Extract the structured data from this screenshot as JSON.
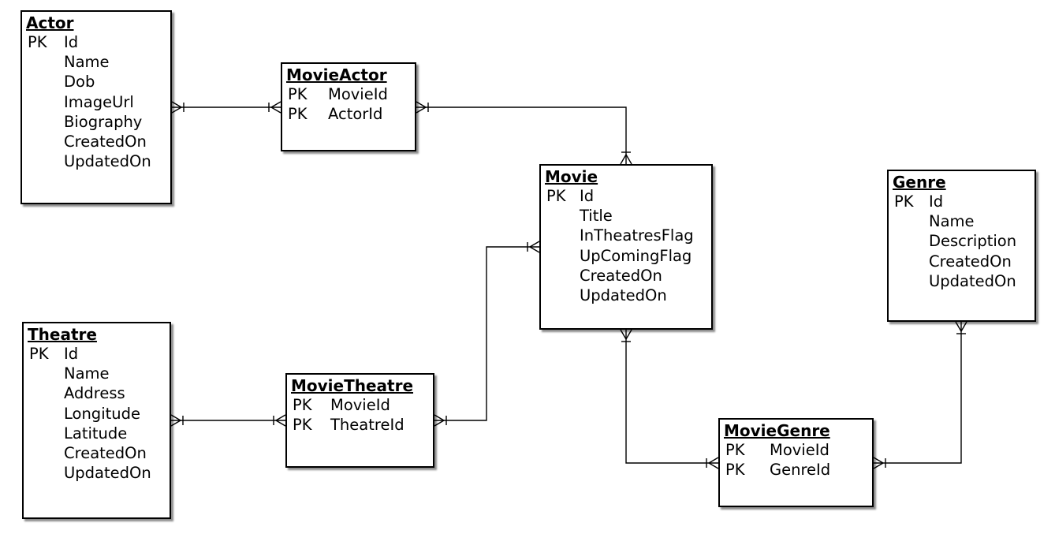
{
  "entities": {
    "actor": {
      "title": "Actor",
      "attributes": [
        {
          "key": "PK",
          "name": "Id"
        },
        {
          "key": "",
          "name": "Name"
        },
        {
          "key": "",
          "name": "Dob"
        },
        {
          "key": "",
          "name": "ImageUrl"
        },
        {
          "key": "",
          "name": "Biography"
        },
        {
          "key": "",
          "name": "CreatedOn"
        },
        {
          "key": "",
          "name": "UpdatedOn"
        }
      ]
    },
    "movie_actor": {
      "title": "MovieActor",
      "attributes": [
        {
          "key": "PK",
          "name": "MovieId"
        },
        {
          "key": "PK",
          "name": "ActorId"
        }
      ]
    },
    "movie": {
      "title": "Movie",
      "attributes": [
        {
          "key": "PK",
          "name": "Id"
        },
        {
          "key": "",
          "name": "Title"
        },
        {
          "key": "",
          "name": "InTheatresFlag"
        },
        {
          "key": "",
          "name": "UpComingFlag"
        },
        {
          "key": "",
          "name": "CreatedOn"
        },
        {
          "key": "",
          "name": "UpdatedOn"
        }
      ]
    },
    "genre": {
      "title": "Genre",
      "attributes": [
        {
          "key": "PK",
          "name": "Id"
        },
        {
          "key": "",
          "name": "Name"
        },
        {
          "key": "",
          "name": "Description"
        },
        {
          "key": "",
          "name": "CreatedOn"
        },
        {
          "key": "",
          "name": "UpdatedOn"
        }
      ]
    },
    "theatre": {
      "title": "Theatre",
      "attributes": [
        {
          "key": "PK",
          "name": "Id"
        },
        {
          "key": "",
          "name": "Name"
        },
        {
          "key": "",
          "name": "Address"
        },
        {
          "key": "",
          "name": "Longitude"
        },
        {
          "key": "",
          "name": "Latitude"
        },
        {
          "key": "",
          "name": "CreatedOn"
        },
        {
          "key": "",
          "name": "UpdatedOn"
        }
      ]
    },
    "movie_theatre": {
      "title": "MovieTheatre",
      "attributes": [
        {
          "key": "PK",
          "name": "MovieId"
        },
        {
          "key": "PK",
          "name": "TheatreId"
        }
      ]
    },
    "movie_genre": {
      "title": "MovieGenre",
      "attributes": [
        {
          "key": "PK",
          "name": "MovieId"
        },
        {
          "key": "PK",
          "name": "GenreId"
        }
      ]
    }
  },
  "relationships": [
    {
      "from": "actor",
      "to": "movie_actor",
      "from_cardinality": "one-or-many",
      "to_cardinality": "one-or-many"
    },
    {
      "from": "movie_actor",
      "to": "movie",
      "from_cardinality": "one-or-many",
      "to_cardinality": "one-or-many"
    },
    {
      "from": "theatre",
      "to": "movie_theatre",
      "from_cardinality": "one-or-many",
      "to_cardinality": "one-or-many"
    },
    {
      "from": "movie_theatre",
      "to": "movie",
      "from_cardinality": "one-or-many",
      "to_cardinality": "one-or-many"
    },
    {
      "from": "movie",
      "to": "movie_genre",
      "from_cardinality": "one-or-many",
      "to_cardinality": "one-or-many"
    },
    {
      "from": "movie_genre",
      "to": "genre",
      "from_cardinality": "one-or-many",
      "to_cardinality": "one-or-many"
    }
  ]
}
